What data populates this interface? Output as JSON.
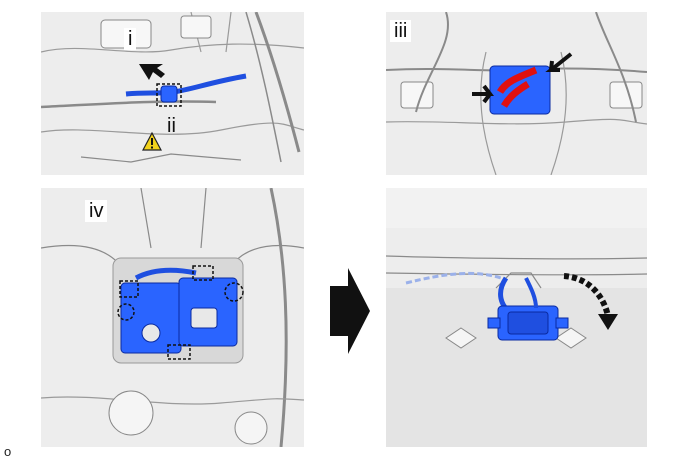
{
  "panels": {
    "p1": {
      "label": "i",
      "callout": "ii",
      "warning_icon": "caution-triangle-icon"
    },
    "p2": {
      "label": "iii"
    },
    "p3": {
      "label": "iv"
    },
    "p4": {
      "label": ""
    }
  },
  "footer": {
    "code": "o"
  },
  "colors": {
    "harness_blue": "#1f4fe0",
    "connector_blue": "#2a64ff",
    "highlight_red": "#e01010",
    "warning_yellow": "#f2d21b",
    "panel_gray": "#ececec",
    "line_gray": "#8a8a8a"
  }
}
